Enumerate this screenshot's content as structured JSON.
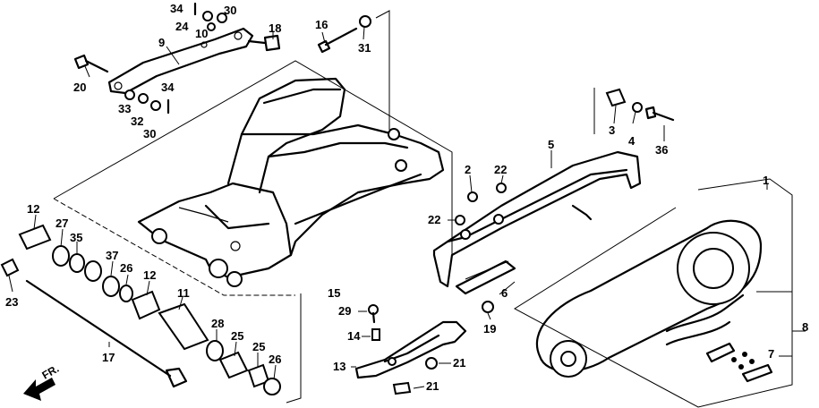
{
  "diagram": {
    "callouts": [
      {
        "id": "c34a",
        "label": "34"
      },
      {
        "id": "c30a",
        "label": "30"
      },
      {
        "id": "c24",
        "label": "24"
      },
      {
        "id": "c10",
        "label": "10"
      },
      {
        "id": "c18",
        "label": "18"
      },
      {
        "id": "c9",
        "label": "9"
      },
      {
        "id": "c20",
        "label": "20"
      },
      {
        "id": "c34b",
        "label": "34"
      },
      {
        "id": "c33",
        "label": "33"
      },
      {
        "id": "c32",
        "label": "32"
      },
      {
        "id": "c30b",
        "label": "30"
      },
      {
        "id": "c16",
        "label": "16"
      },
      {
        "id": "c31",
        "label": "31"
      },
      {
        "id": "c3",
        "label": "3"
      },
      {
        "id": "c4",
        "label": "4"
      },
      {
        "id": "c36",
        "label": "36"
      },
      {
        "id": "c5",
        "label": "5"
      },
      {
        "id": "c2",
        "label": "2"
      },
      {
        "id": "c22a",
        "label": "22"
      },
      {
        "id": "c22b",
        "label": "22"
      },
      {
        "id": "c1",
        "label": "1"
      },
      {
        "id": "c12a",
        "label": "12"
      },
      {
        "id": "c27",
        "label": "27"
      },
      {
        "id": "c35",
        "label": "35"
      },
      {
        "id": "c37",
        "label": "37"
      },
      {
        "id": "c26a",
        "label": "26"
      },
      {
        "id": "c12b",
        "label": "12"
      },
      {
        "id": "c23",
        "label": "23"
      },
      {
        "id": "c11",
        "label": "11"
      },
      {
        "id": "c15",
        "label": "15"
      },
      {
        "id": "c6",
        "label": "6"
      },
      {
        "id": "c19",
        "label": "19"
      },
      {
        "id": "c29",
        "label": "29"
      },
      {
        "id": "c14",
        "label": "14"
      },
      {
        "id": "c17",
        "label": "17"
      },
      {
        "id": "c28",
        "label": "28"
      },
      {
        "id": "c25a",
        "label": "25"
      },
      {
        "id": "c25b",
        "label": "25"
      },
      {
        "id": "c26b",
        "label": "26"
      },
      {
        "id": "c13",
        "label": "13"
      },
      {
        "id": "c21a",
        "label": "21"
      },
      {
        "id": "c21b",
        "label": "21"
      },
      {
        "id": "c8",
        "label": "8"
      },
      {
        "id": "c7",
        "label": "7"
      }
    ],
    "front_indicator": "FR."
  }
}
